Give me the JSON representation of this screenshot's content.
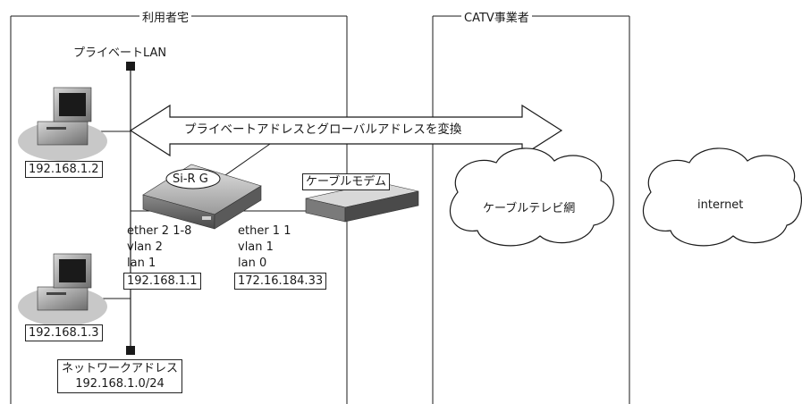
{
  "sections": {
    "user_premises": "利用者宅",
    "catv_provider": "CATV事業者"
  },
  "private_lan_label": "プライベートLAN",
  "nat_arrow_label": "プライベートアドレスとグローバルアドレスを変換",
  "pcs": [
    {
      "ip": "192.168.1.2"
    },
    {
      "ip": "192.168.1.3"
    }
  ],
  "router": {
    "name": "Si-R G",
    "lan_side": {
      "port": "ether 2 1-8",
      "vlan": "vlan 2",
      "lan": "lan 1",
      "ip": "192.168.1.1"
    },
    "wan_side": {
      "port": "ether 1 1",
      "vlan": "vlan 1",
      "lan": "lan 0",
      "ip": "172.16.184.33"
    }
  },
  "modem": {
    "name": "ケーブルモデム"
  },
  "clouds": {
    "catv_net": "ケーブルテレビ網",
    "internet": "internet"
  },
  "network_address": {
    "label": "ネットワークアドレス",
    "value": "192.168.1.0/24"
  },
  "colors": {
    "line": "#1a1a1a",
    "device_gray": "#8a8a8a",
    "device_dark": "#3a3a3a",
    "bg": "#ffffff"
  }
}
